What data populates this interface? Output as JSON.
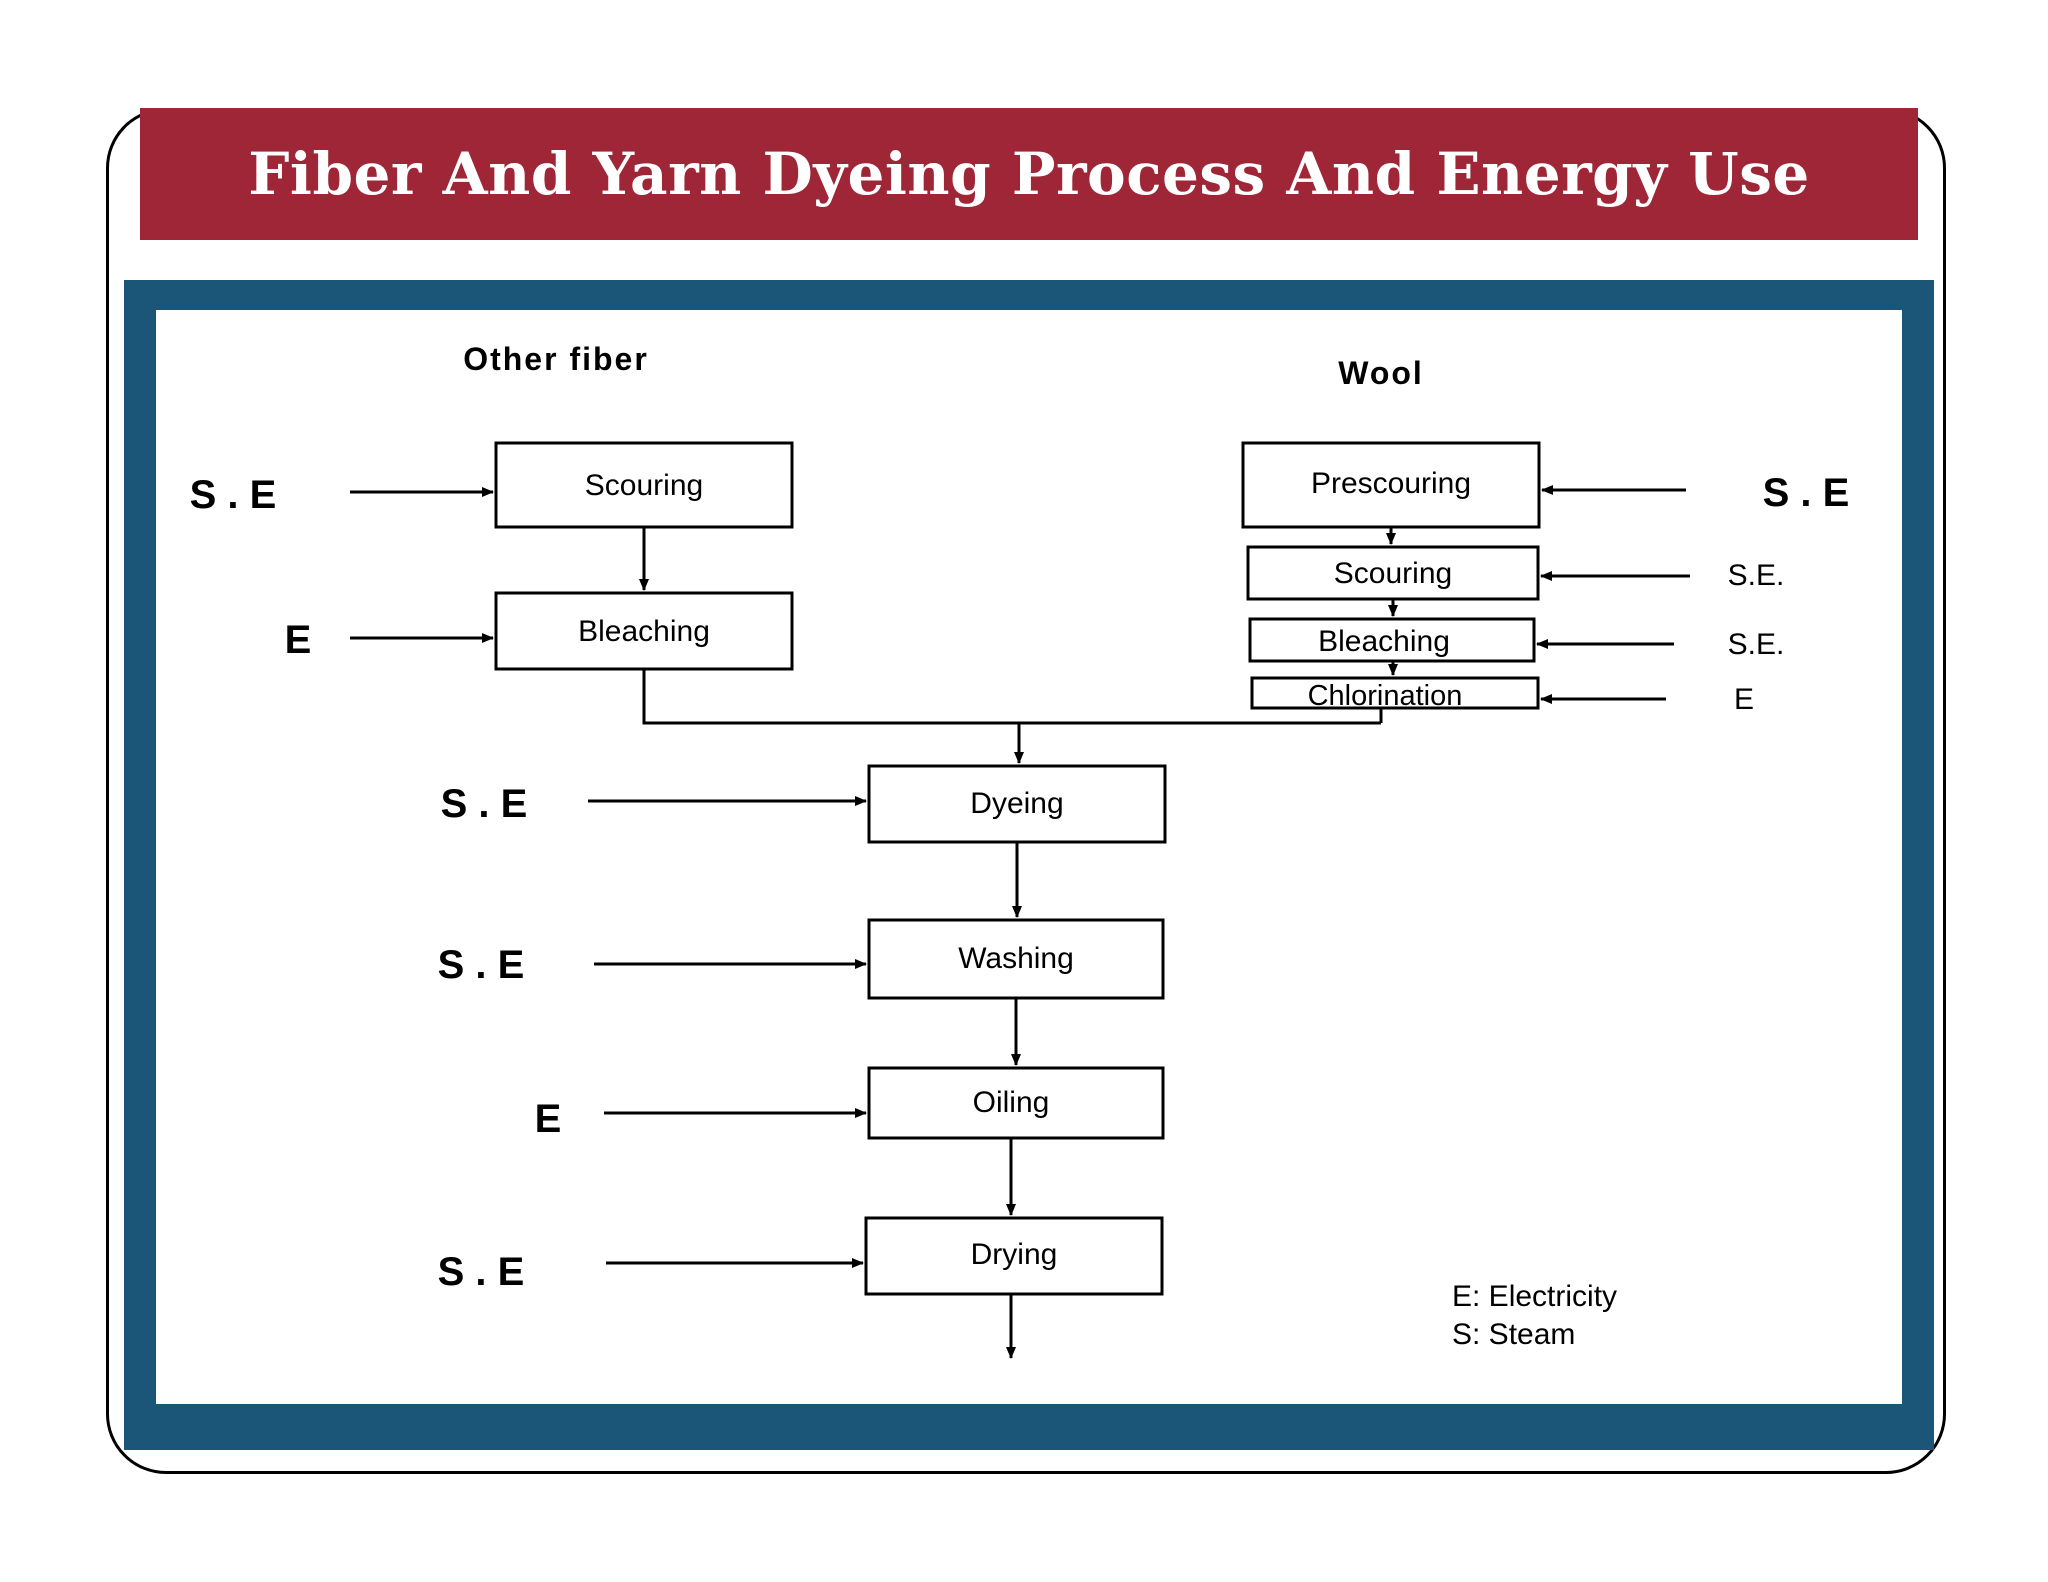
{
  "title": "Fiber And Yarn Dyeing  Process And Energy Use",
  "columns": {
    "left": "Other   fiber",
    "right": "Wool"
  },
  "left_steps": [
    {
      "label": "Scouring",
      "energy": "S . E"
    },
    {
      "label": "Bleaching",
      "energy": "E"
    }
  ],
  "wool_steps": [
    {
      "label": "Prescouring",
      "energy": "S . E"
    },
    {
      "label": "Scouring",
      "energy": "S.E."
    },
    {
      "label": "Bleaching",
      "energy": "S.E."
    },
    {
      "label": "Chlorination",
      "energy": "E"
    }
  ],
  "main_steps": [
    {
      "label": "Dyeing",
      "energy": "S . E"
    },
    {
      "label": "Washing",
      "energy": "S . E"
    },
    {
      "label": "Oiling",
      "energy": "E"
    },
    {
      "label": "Drying",
      "energy": "S . E"
    }
  ],
  "legend": [
    "E: Electricity",
    "S: Steam"
  ],
  "colors": {
    "title_bar": "#9e2636",
    "panel": "#1b5679"
  }
}
